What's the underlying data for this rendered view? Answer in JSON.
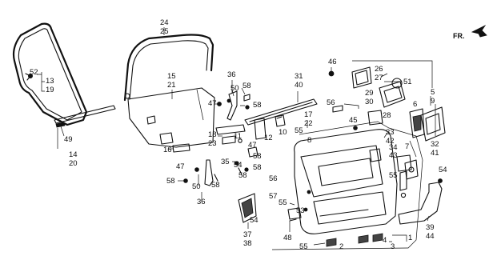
{
  "direction_label": "FR.",
  "callouts": [
    "1",
    "2",
    "3",
    "4",
    "5",
    "6",
    "7",
    "8",
    "9",
    "10",
    "11",
    "12",
    "13",
    "14",
    "15",
    "16",
    "17",
    "18",
    "19",
    "20",
    "21",
    "22",
    "23",
    "24",
    "25",
    "26",
    "27",
    "28",
    "29",
    "30",
    "31",
    "32",
    "33",
    "34",
    "35",
    "36",
    "37",
    "38",
    "39",
    "40",
    "41",
    "42",
    "43",
    "44",
    "45",
    "46",
    "47",
    "48",
    "49",
    "50",
    "51",
    "52",
    "53",
    "54",
    "55",
    "56",
    "57",
    "58"
  ]
}
